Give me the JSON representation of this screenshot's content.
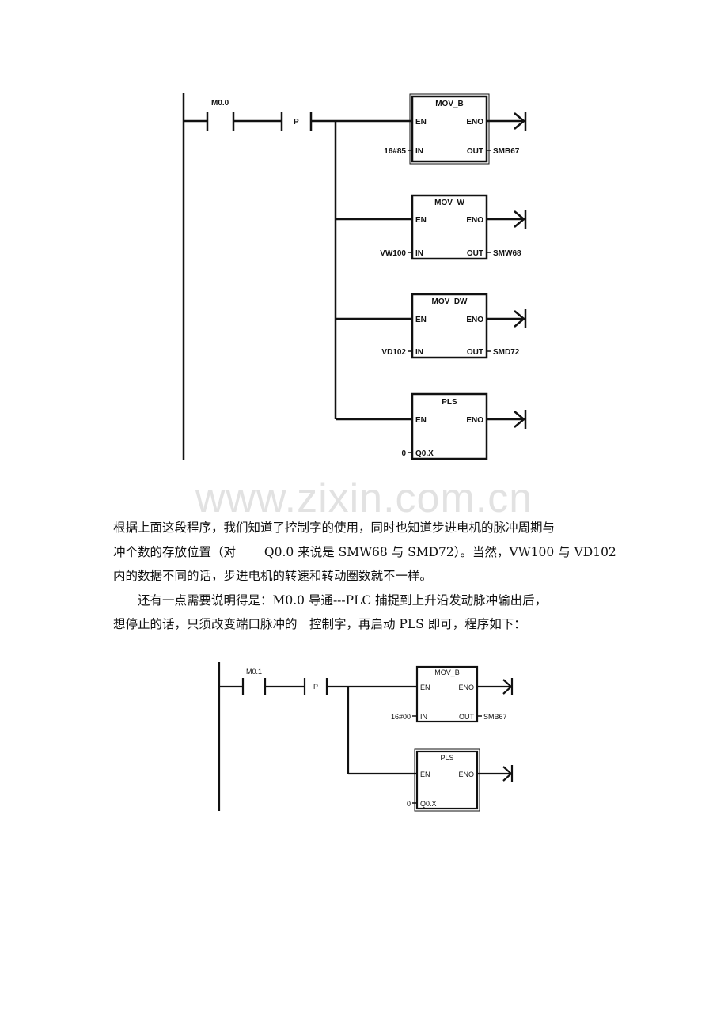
{
  "watermark": "www.zixin.com.cn",
  "diagram1": {
    "contact": "M0.0",
    "edge": "P",
    "boxes": [
      {
        "title": "MOV_B",
        "en": "EN",
        "eno": "ENO",
        "in_label": "IN",
        "out_label": "OUT",
        "in_value": "16#85",
        "out_value": "SMB67"
      },
      {
        "title": "MOV_W",
        "en": "EN",
        "eno": "ENO",
        "in_label": "IN",
        "out_label": "OUT",
        "in_value": "VW100",
        "out_value": "SMW68"
      },
      {
        "title": "MOV_DW",
        "en": "EN",
        "eno": "ENO",
        "in_label": "IN",
        "out_label": "OUT",
        "in_value": "VD102",
        "out_value": "SMD72"
      },
      {
        "title": "PLS",
        "en": "EN",
        "eno": "ENO",
        "in_label": "Q0.X",
        "in_value": "0"
      }
    ]
  },
  "paragraphs": [
    "根据上面这段程序，我们知道了控制字的使用，同时也知道步进电机的脉冲周期与",
    "冲个数的存放位置（对　　 Q0.0 来说是 SMW68 与 SMD72）。当然，VW100 与 VD102",
    "内的数据不同的话，步进电机的转速和转动圈数就不一样。",
    "还有一点需要说明得是：M0.0 导通---PLC 捕捉到上升沿发动脉冲输出后，",
    "想停止的话，只须改变端口脉冲的　控制字，再启动 PLS 即可，程序如下："
  ],
  "diagram2": {
    "contact": "M0.1",
    "edge": "P",
    "boxes": [
      {
        "title": "MOV_B",
        "en": "EN",
        "eno": "ENO",
        "in_label": "IN",
        "out_label": "OUT",
        "in_value": "16#00",
        "out_value": "SMB67"
      },
      {
        "title": "PLS",
        "en": "EN",
        "eno": "ENO",
        "in_label": "Q0.X",
        "in_value": "0"
      }
    ]
  }
}
